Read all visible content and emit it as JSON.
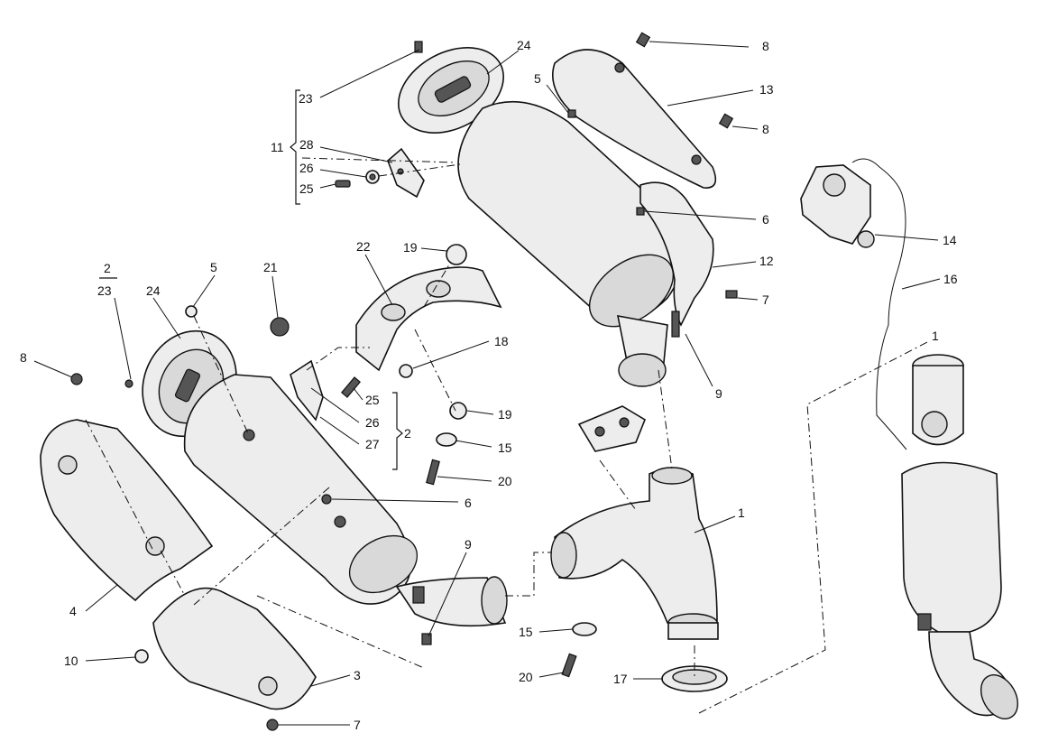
{
  "callouts": [
    {
      "id": "c23a",
      "text": "23"
    },
    {
      "id": "c24a",
      "text": "24"
    },
    {
      "id": "c8a",
      "text": "8"
    },
    {
      "id": "c5a",
      "text": "5"
    },
    {
      "id": "c13",
      "text": "13"
    },
    {
      "id": "c8b",
      "text": "8"
    },
    {
      "id": "c11",
      "text": "11"
    },
    {
      "id": "c28",
      "text": "28"
    },
    {
      "id": "c26a",
      "text": "26"
    },
    {
      "id": "c25a",
      "text": "25"
    },
    {
      "id": "c6a",
      "text": "6"
    },
    {
      "id": "c14",
      "text": "14"
    },
    {
      "id": "c12",
      "text": "12"
    },
    {
      "id": "c16",
      "text": "16"
    },
    {
      "id": "c7a",
      "text": "7"
    },
    {
      "id": "c9a",
      "text": "9"
    },
    {
      "id": "c2top",
      "text": "2"
    },
    {
      "id": "c23b",
      "text": "23"
    },
    {
      "id": "c24b",
      "text": "24"
    },
    {
      "id": "c5b",
      "text": "5"
    },
    {
      "id": "c21",
      "text": "21"
    },
    {
      "id": "c22",
      "text": "22"
    },
    {
      "id": "c19a",
      "text": "19"
    },
    {
      "id": "c18",
      "text": "18"
    },
    {
      "id": "c8c",
      "text": "8"
    },
    {
      "id": "c25b",
      "text": "25"
    },
    {
      "id": "c26b",
      "text": "26"
    },
    {
      "id": "c27",
      "text": "27"
    },
    {
      "id": "c2b",
      "text": "2"
    },
    {
      "id": "c19b",
      "text": "19"
    },
    {
      "id": "c15a",
      "text": "15"
    },
    {
      "id": "c20a",
      "text": "20"
    },
    {
      "id": "c6b",
      "text": "6"
    },
    {
      "id": "c1a",
      "text": "1"
    },
    {
      "id": "c4",
      "text": "4"
    },
    {
      "id": "c9b",
      "text": "9"
    },
    {
      "id": "c15b",
      "text": "15"
    },
    {
      "id": "c20b",
      "text": "20"
    },
    {
      "id": "c10",
      "text": "10"
    },
    {
      "id": "c3",
      "text": "3"
    },
    {
      "id": "c17",
      "text": "17"
    },
    {
      "id": "c7b",
      "text": "7"
    },
    {
      "id": "c1b",
      "text": "1"
    }
  ]
}
